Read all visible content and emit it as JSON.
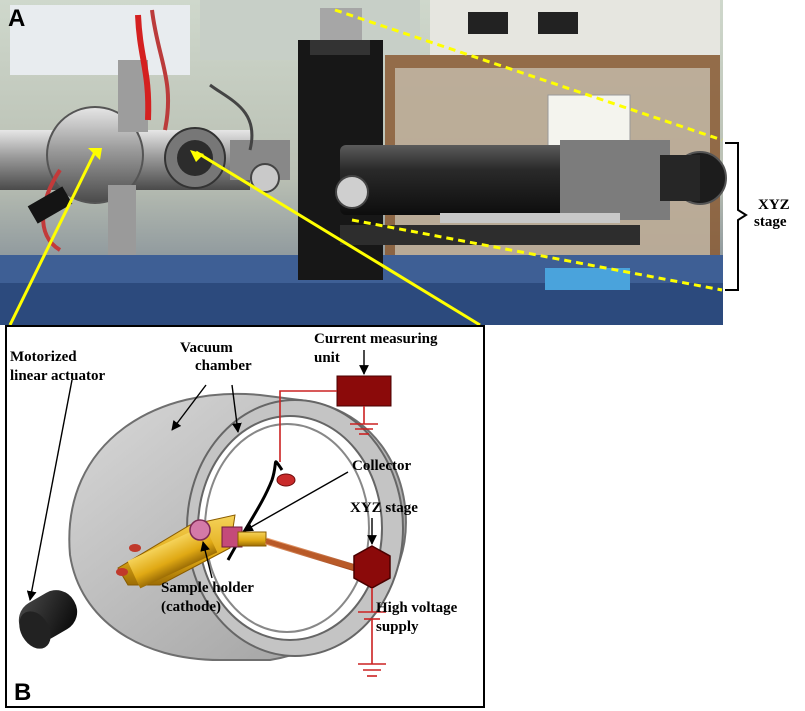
{
  "panel_a": {
    "letter": "A",
    "xyz_stage": [
      "XYZ",
      "stage"
    ]
  },
  "panel_b": {
    "letter": "B",
    "motorized_linear_actuator": [
      "Motorized",
      "linear actuator"
    ],
    "vacuum_chamber": [
      "Vacuum",
      "chamber"
    ],
    "current_measuring_unit": [
      "Current measuring",
      "unit"
    ],
    "collector": "Collector",
    "xyz_stage": "XYZ stage",
    "sample_holder": [
      "Sample holder",
      "(cathode)"
    ],
    "high_voltage_supply": [
      "High voltage",
      "supply"
    ]
  },
  "colors": {
    "callout_yellow": "#ffff00",
    "circuit_red": "#cc2222",
    "device_dark_red": "#8b0a0a",
    "chamber_gray": "#bdbdbd",
    "holder_gold": "#e8b21c"
  }
}
